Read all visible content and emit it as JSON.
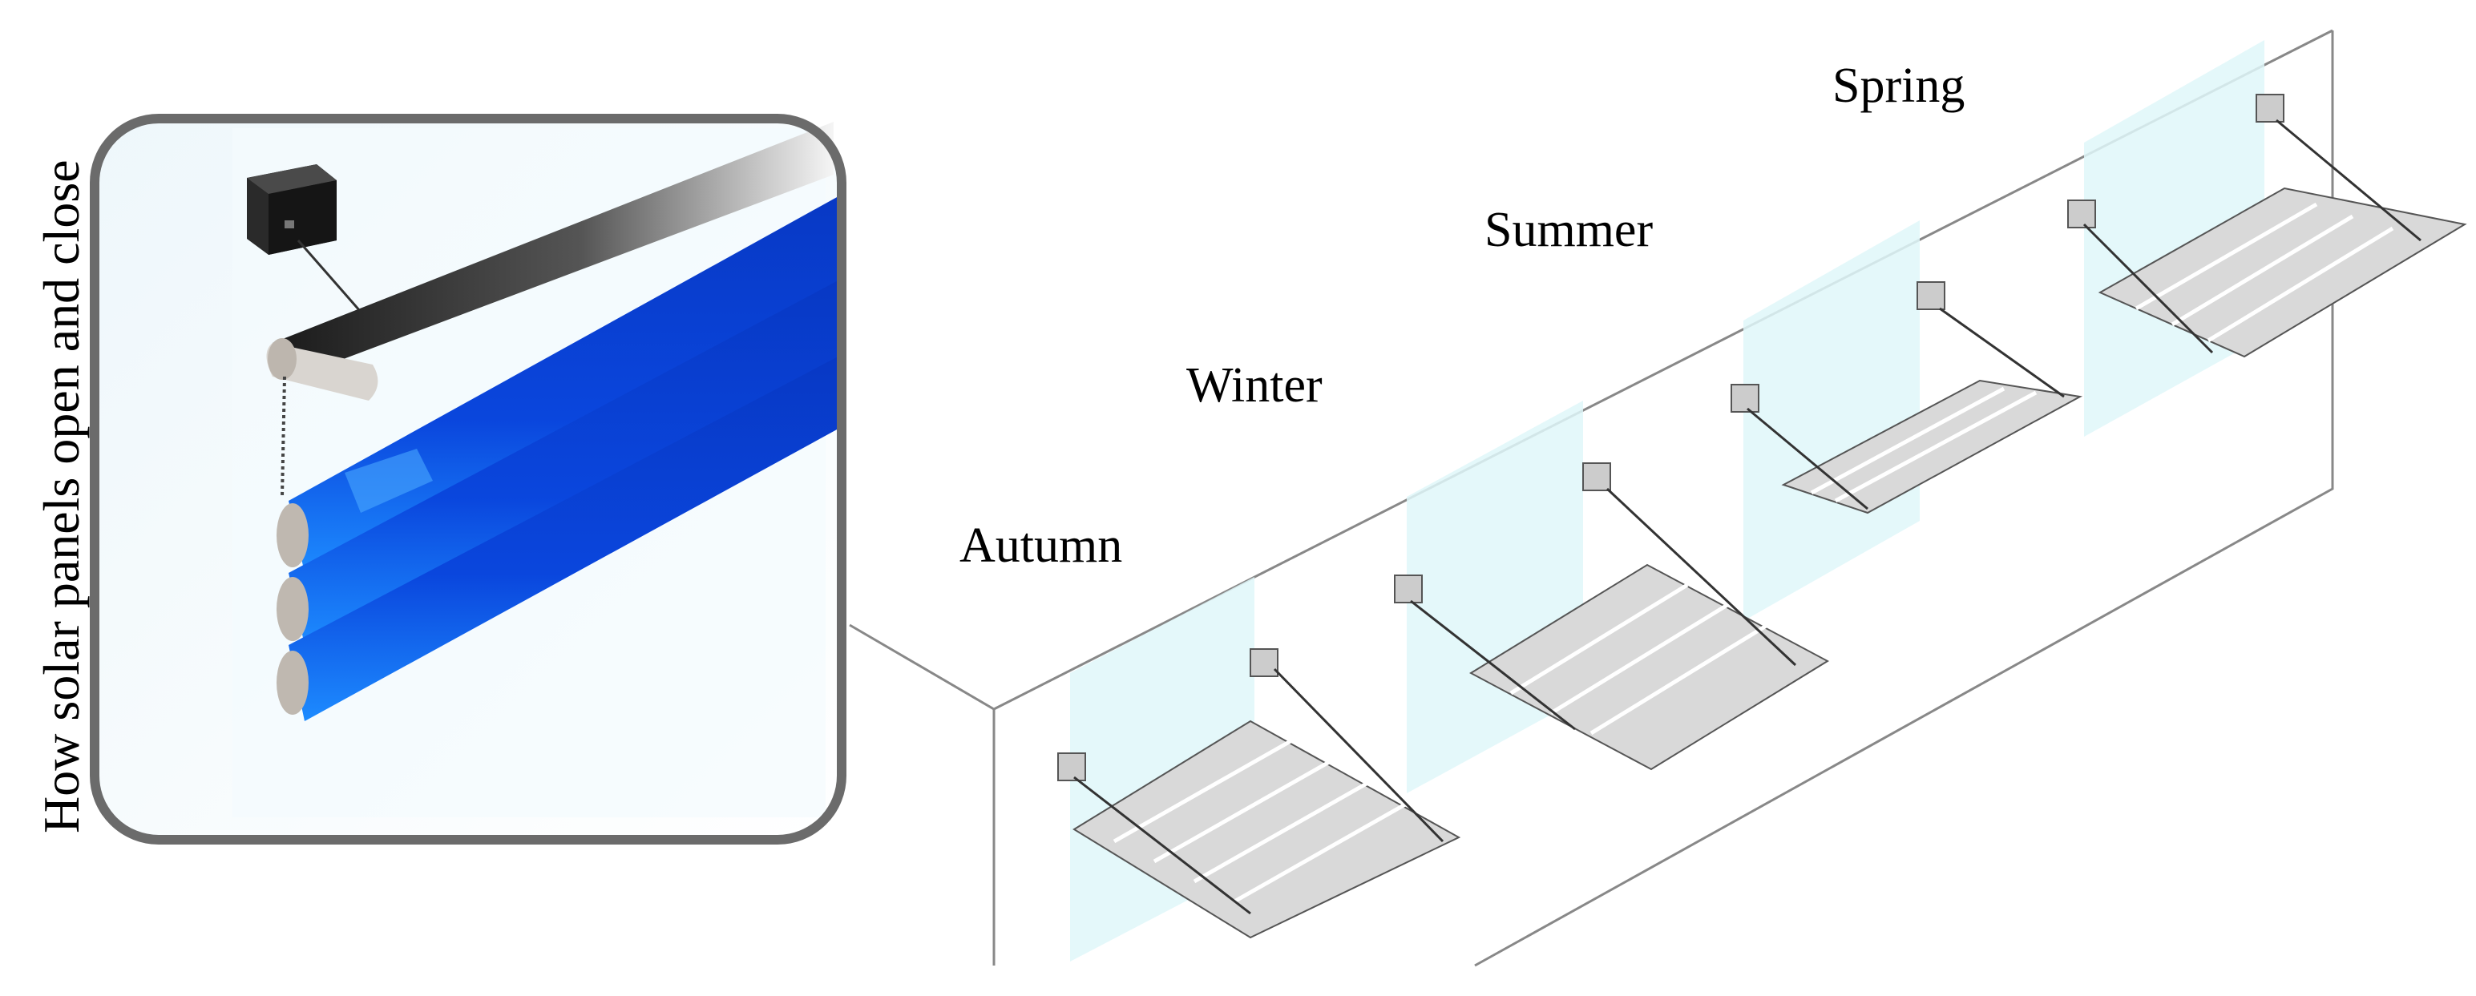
{
  "caption": "How solar panels open and close",
  "seasons": {
    "spring": "Spring",
    "summer": "Summer",
    "winter": "Winter",
    "autumn": "Autumn"
  },
  "colors": {
    "frame": "#6b6b6b",
    "panel_blue": "#0a3fd6",
    "panel_blue_light": "#2f7bff",
    "glass": "#dff7f9",
    "panel_grey": "#d8d8d8",
    "line": "#444444"
  }
}
